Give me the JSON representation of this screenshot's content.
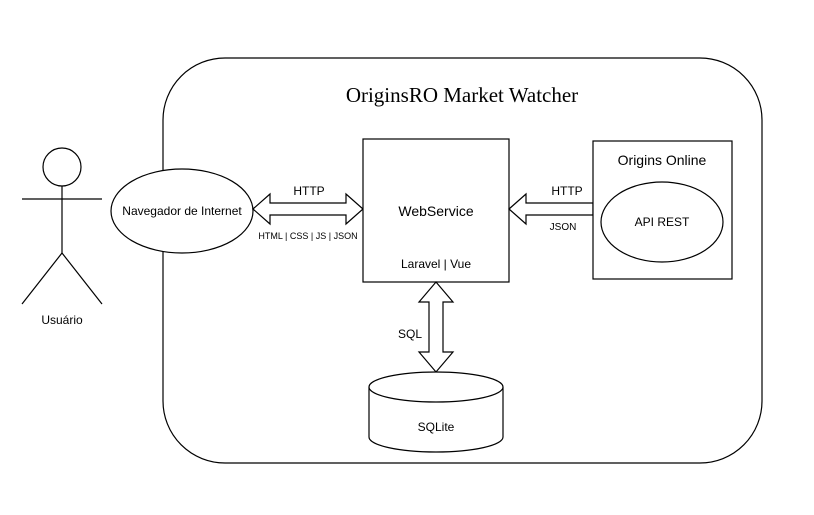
{
  "system": {
    "title": "OriginsRO Market Watcher"
  },
  "actor": {
    "label": "Usuário"
  },
  "browser": {
    "label": "Navegador de Internet"
  },
  "webservice": {
    "title": "WebService",
    "subtitle": "Laravel | Vue"
  },
  "origins_online": {
    "title": "Origins Online",
    "api_label": "API REST"
  },
  "database": {
    "label": "SQLite"
  },
  "connections": {
    "browser_web_protocol": "HTTP",
    "browser_web_formats": "HTML | CSS | JS | JSON",
    "api_web_protocol": "HTTP",
    "api_web_format": "JSON",
    "web_db_protocol": "SQL"
  }
}
